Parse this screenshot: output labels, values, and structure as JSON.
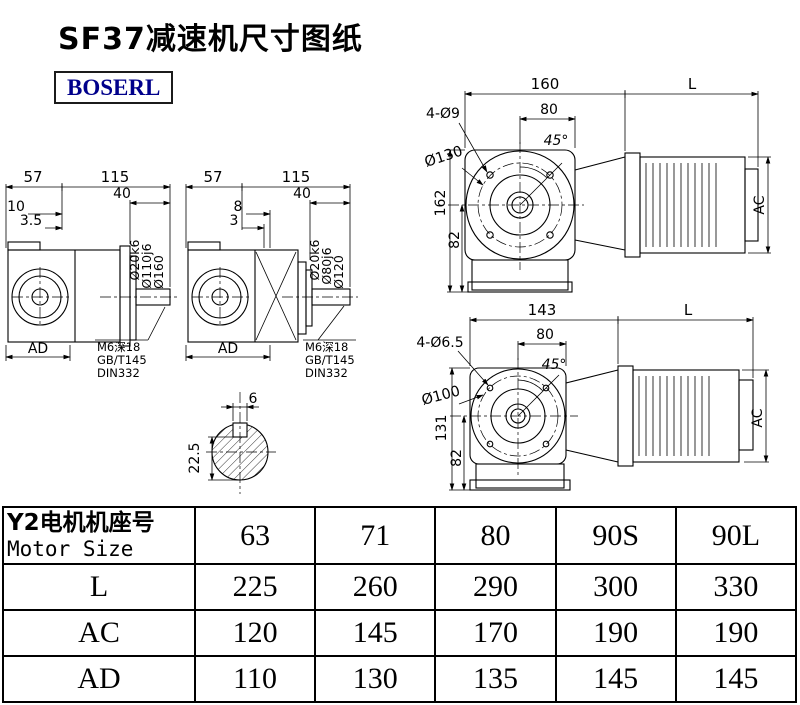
{
  "page": {
    "title": "SF37减速机尺寸图纸",
    "brand": "BOSERL"
  },
  "drawings": {
    "side_view_large": {
      "dim_57": "57",
      "dim_115": "115",
      "dim_40": "40",
      "dim_10": "10",
      "dim_3_5": "3.5",
      "shaft_dia": "Ø20k6",
      "spigot_dia": "Ø110j6",
      "flange_dia": "Ø160",
      "dim_ad": "AD",
      "tap_note_line1": "M6深18",
      "tap_note_line2": "GB/T145",
      "tap_note_line3": "DIN332"
    },
    "side_view_small": {
      "dim_57": "57",
      "dim_115": "115",
      "dim_40": "40",
      "dim_8": "8",
      "dim_3": "3",
      "shaft_dia": "Ø20k6",
      "spigot_dia": "Ø80j6",
      "flange_dia": "Ø120",
      "dim_ad": "AD",
      "tap_note_line1": "M6深18",
      "tap_note_line2": "GB/T145",
      "tap_note_line3": "DIN332"
    },
    "front_view_large": {
      "dim_160": "160",
      "dim_l": "L",
      "holes": "4-Ø9",
      "dim_80": "80",
      "angle": "45°",
      "bolt_circle": "Ø130",
      "dim_162": "162",
      "dim_82": "82",
      "dim_ac": "AC"
    },
    "front_view_small": {
      "dim_143": "143",
      "dim_l": "L",
      "holes": "4-Ø6.5",
      "dim_80": "80",
      "angle": "45°",
      "bolt_circle": "Ø100",
      "dim_131": "131",
      "dim_82": "82",
      "dim_ac": "AC"
    },
    "shaft_section": {
      "dim_6": "6",
      "dim_22_5": "22.5"
    }
  },
  "table": {
    "motor_label_cn": "Y2电机机座号",
    "motor_label_en": "Motor Size",
    "sizes": [
      "63",
      "71",
      "80",
      "90S",
      "90L"
    ],
    "rows": [
      {
        "label": "L",
        "values": [
          "225",
          "260",
          "290",
          "300",
          "330"
        ]
      },
      {
        "label": "AC",
        "values": [
          "120",
          "145",
          "170",
          "190",
          "190"
        ]
      },
      {
        "label": "AD",
        "values": [
          "110",
          "130",
          "135",
          "145",
          "145"
        ]
      }
    ]
  }
}
